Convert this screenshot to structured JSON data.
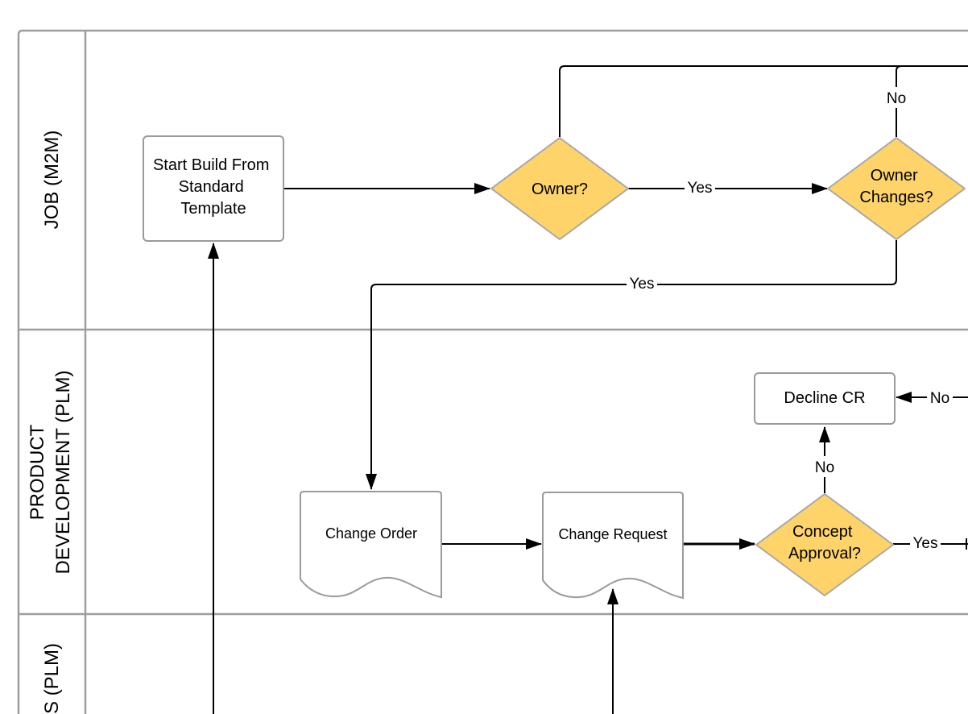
{
  "lanes": {
    "job": "JOB (M2M)",
    "product_dev_line1": "PRODUCT",
    "product_dev_line2": "DEVELOPMENT (PLM)",
    "third": "S (PLM)"
  },
  "nodes": {
    "start_build": [
      "Start Build From",
      "Standard",
      "Template"
    ],
    "owner": "Owner?",
    "owner_changes": [
      "Owner",
      "Changes?"
    ],
    "decline_cr": "Decline CR",
    "change_order": "Change Order",
    "change_request": "Change Request",
    "concept_approval": [
      "Concept",
      "Approval?"
    ]
  },
  "edges": {
    "owner_changes_no": "No",
    "owner_yes": "Yes",
    "owner_changes_yes": "Yes",
    "decline_no_right": "No",
    "concept_no": "No",
    "concept_yes": "Yes"
  },
  "colors": {
    "decision_fill": "#fed36a",
    "lane_border": "#9e9e9e"
  }
}
